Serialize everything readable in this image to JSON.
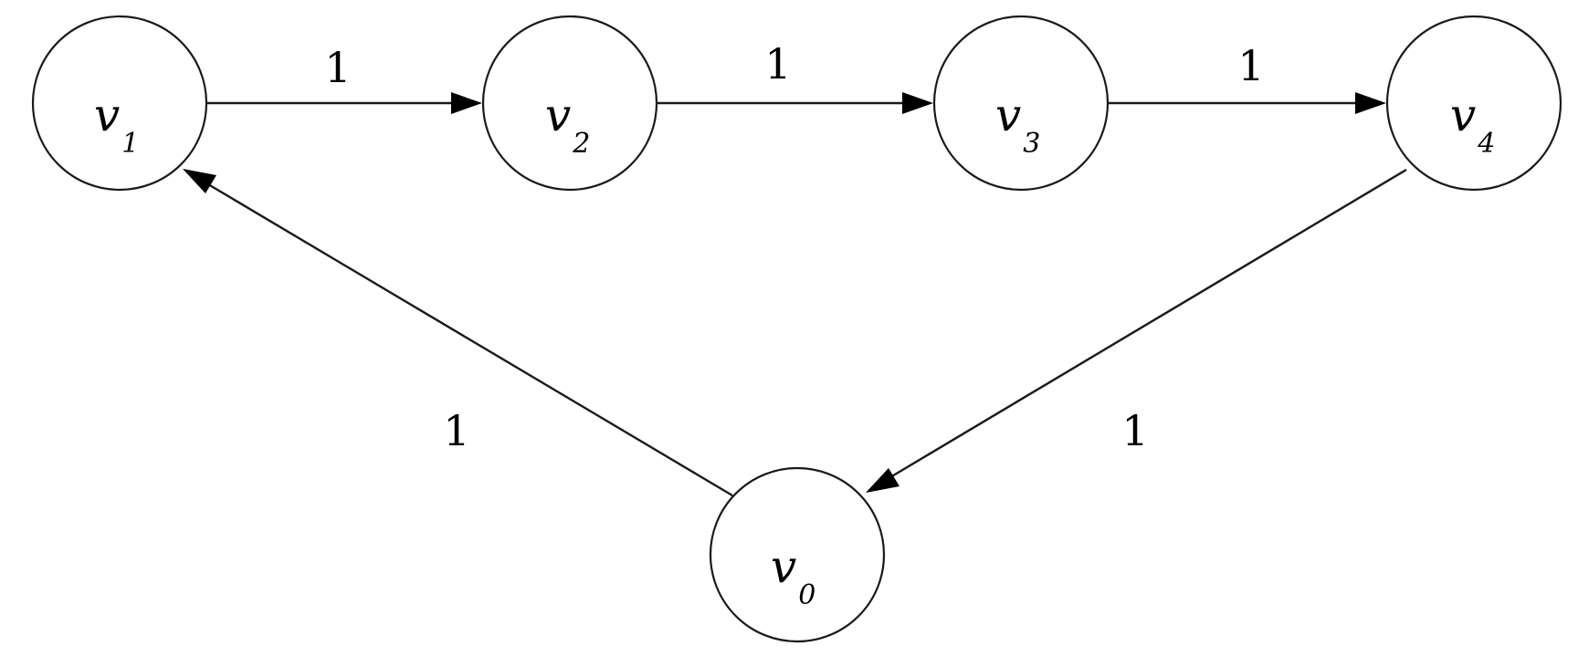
{
  "diagram": {
    "nodes": [
      {
        "id": "v1",
        "letter": "v",
        "subscript": "1"
      },
      {
        "id": "v2",
        "letter": "v",
        "subscript": "2"
      },
      {
        "id": "v3",
        "letter": "v",
        "subscript": "3"
      },
      {
        "id": "v4",
        "letter": "v",
        "subscript": "4"
      },
      {
        "id": "v0",
        "letter": "v",
        "subscript": "0"
      }
    ],
    "edges": [
      {
        "from": "v1",
        "to": "v2",
        "weight": "1"
      },
      {
        "from": "v2",
        "to": "v3",
        "weight": "1"
      },
      {
        "from": "v3",
        "to": "v4",
        "weight": "1"
      },
      {
        "from": "v4",
        "to": "v0",
        "weight": "1"
      },
      {
        "from": "v0",
        "to": "v1",
        "weight": "1"
      }
    ],
    "colors": {
      "stroke": "#1a1a1a",
      "arrow": "#000000",
      "background": "#ffffff"
    }
  }
}
